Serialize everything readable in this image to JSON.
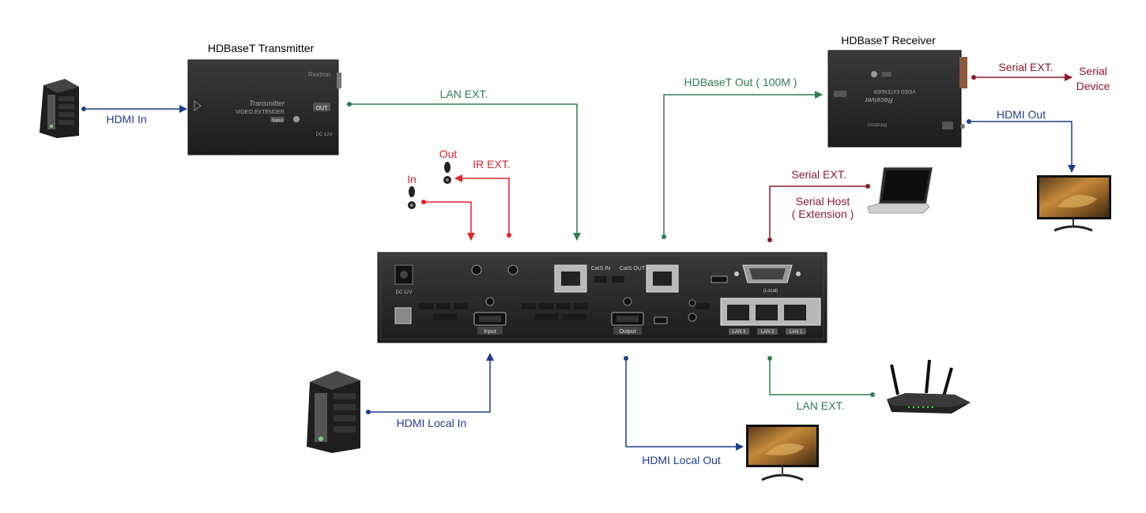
{
  "colors": {
    "hdmi_blue": "#1f3d8c",
    "lan_green": "#2f7d4f",
    "ir_red": "#e0232d",
    "serial_darkred": "#8b1a2a",
    "device_dark": "#2b2b2b"
  },
  "devices": {
    "transmitter": {
      "title": "HDBaseT Transmitter",
      "brand": "Rextron",
      "model_line1": "Transmitter",
      "model_line2": "VIDEO EXTENDER",
      "status": "Status",
      "out_port": "OUT",
      "power": "DC 12V"
    },
    "receiver": {
      "title": "HDBaseT Receiver",
      "brand": "Rextron",
      "model_line1": "Receiver",
      "model_line2": "VIDEO EXTENDER"
    },
    "main_unit": {
      "power": "DC 12V",
      "input_port": "Input",
      "output_port": "Output",
      "cat_in": "CatS IN",
      "cat_out": "CatS OUT",
      "lan_ports": [
        "LAN 3",
        "LAN 2",
        "LAN 1"
      ],
      "serial_label": "(Local)"
    }
  },
  "connections": {
    "hdmi_in": "HDMI In",
    "lan_ext_top": "LAN EXT.",
    "hdbaset_out": "HDBaseT Out ( 100M )",
    "serial_ext_receiver": "Serial EXT.",
    "serial_device_line1": "Serial",
    "serial_device_line2": "Device",
    "hdmi_out": "HDMI Out",
    "ir_out": "Out",
    "ir_in": "In",
    "ir_ext": "IR EXT.",
    "serial_ext_host": "Serial EXT.",
    "serial_host_line1": "Serial Host",
    "serial_host_line2": "( Extension )",
    "hdmi_local_in": "HDMI Local In",
    "hdmi_local_out": "HDMI Local Out",
    "lan_ext_bottom": "LAN EXT."
  }
}
